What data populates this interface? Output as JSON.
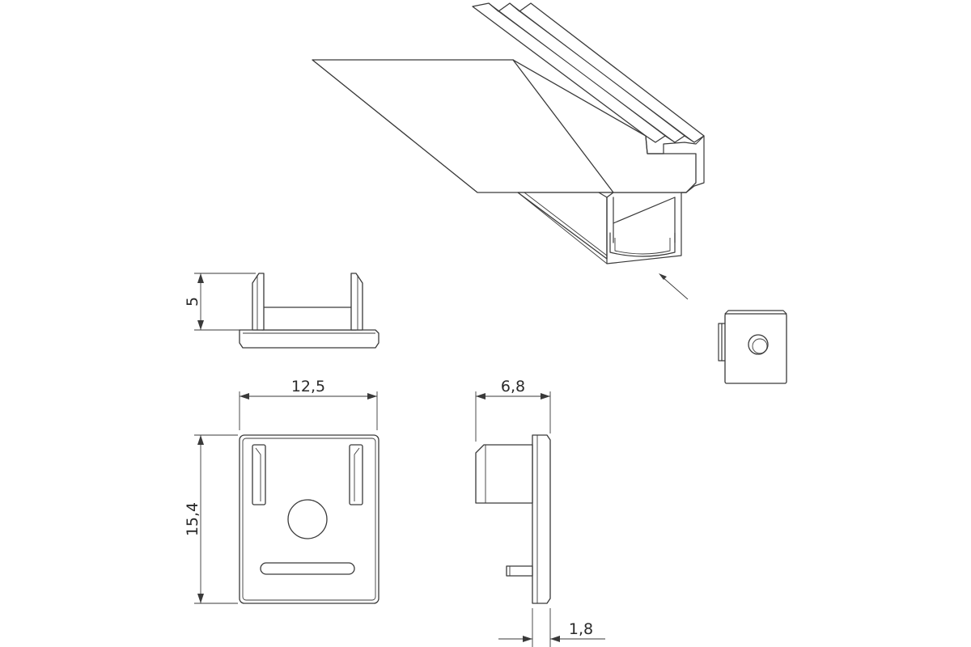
{
  "dimensions": {
    "height_top": "5",
    "width_front": "12,5",
    "height_front": "15,4",
    "depth_side": "6,8",
    "pin_side": "1,8"
  }
}
